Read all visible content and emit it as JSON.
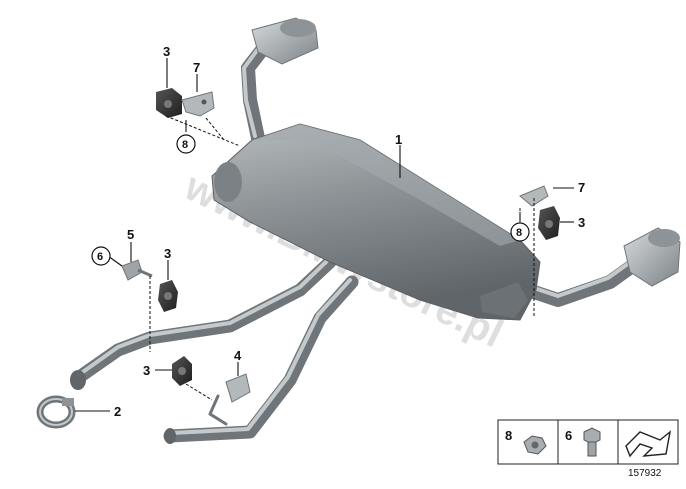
{
  "callouts": {
    "muffler": "1",
    "clamp": "2",
    "hanger_top": "3",
    "hanger_right": "3",
    "hanger_left": "3",
    "hanger_bottom": "3",
    "bracket_bottom": "4",
    "bolt_left": "5",
    "circle_left": "6",
    "bracket_top": "7",
    "bracket_right": "7",
    "circle_top": "8",
    "circle_right": "8"
  },
  "legend": {
    "nut_number": "8",
    "bolt_number": "6"
  },
  "watermark": "www.BMWstore.pl",
  "diagram_number": "157932",
  "colors": {
    "metal_dark": "#6f7579",
    "metal_mid": "#9aa0a3",
    "metal_light": "#c4c9cc",
    "rubber": "#2e2e2e",
    "line": "#111111"
  }
}
